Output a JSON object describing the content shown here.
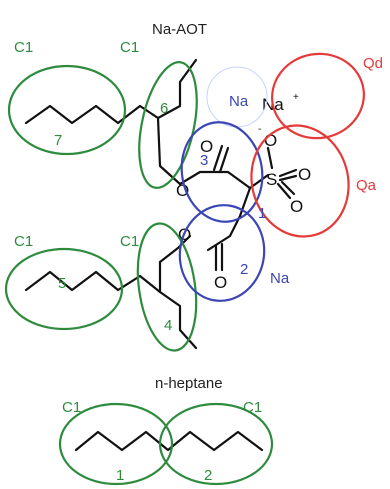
{
  "titles": {
    "molecule": "Na-AOT",
    "solvent": "n-heptane"
  },
  "bead_type_labels": {
    "c1_tail_top": "C1",
    "c1_branch_top": "C1",
    "c1_tail_bottom": "C1",
    "c1_branch_bottom": "C1",
    "c1_heptane_left": "C1",
    "c1_heptane_right": "C1",
    "qd": "Qd",
    "qa": "Qa",
    "na_top": "Na",
    "na_bottom": "Na"
  },
  "bead_numbers": {
    "b1": "1",
    "b2": "2",
    "b3": "3",
    "b4": "4",
    "b5": "5",
    "b6": "6",
    "b7": "7",
    "h1": "1",
    "h2": "2"
  },
  "atoms": {
    "sodium": "Na",
    "sodium_charge": "+",
    "sulfur": "S",
    "oxygen": "O",
    "oxygen_charge": "-"
  },
  "colors": {
    "green": "#2e8b3e",
    "blue": "#3b46b4",
    "red": "#e53a3a",
    "faint_blue": "#c9d3ff",
    "ink": "#111111"
  }
}
